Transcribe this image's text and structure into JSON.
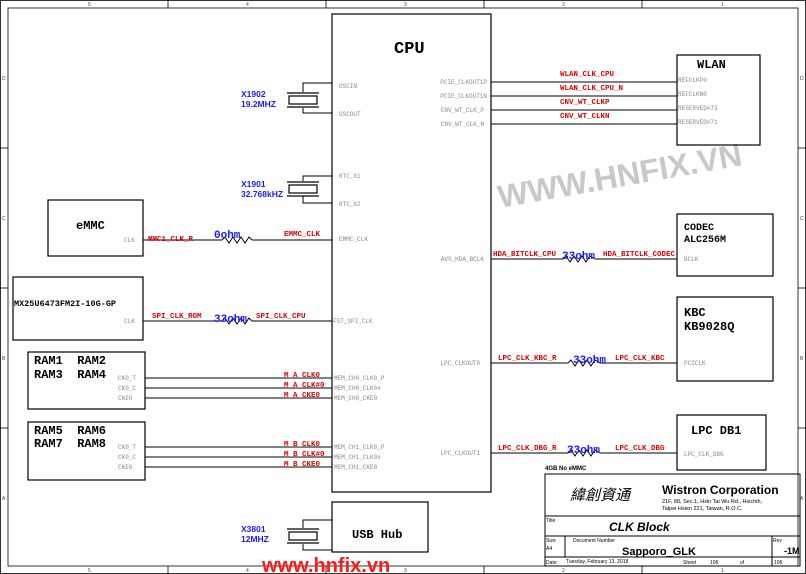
{
  "ruler": {
    "cols": [
      "5",
      "4",
      "3",
      "2",
      "1"
    ],
    "rows": [
      "D",
      "C",
      "B",
      "A"
    ]
  },
  "cpu": {
    "title": "CPU",
    "left_pins": [
      "OSCIN",
      "OSCOUT",
      "RTC_X1",
      "RTC_X2",
      "EMMC_CLK",
      "FST_SPI_CLK",
      "MEM_CH0_CLK0_P",
      "MEM_CH0_CLK0#",
      "MEM_CH0_CKE0",
      "MEM_CH1_CLK0_P",
      "MEM_CH1_CLK0#",
      "MEM_CH1_CKE0"
    ],
    "right_pins": [
      "PCIE_CLKOUT1P",
      "PCIE_CLKOUT1N",
      "CNV_WT_CLK_P",
      "CNV_WT_CLK_N",
      "AVS_HDA_BCLK",
      "LPC_CLKOUT0",
      "LPC_CLKOUT1"
    ]
  },
  "crystals": [
    {
      "ref": "X1902",
      "freq": "19.2MHZ"
    },
    {
      "ref": "X1901",
      "freq": "32.768kHZ"
    },
    {
      "ref": "X3801",
      "freq": "12MHZ"
    }
  ],
  "wlan": {
    "title": "WLAN",
    "pins": [
      "REFCLKP0",
      "REFCLKN0",
      "RESERVED#73",
      "RESERVED#71"
    ],
    "nets": [
      "WLAN_CLK_CPU",
      "WLAN_CLK_CPU_N",
      "CNV_WT_CLKP",
      "CNV_WT_CLKN"
    ]
  },
  "codec": {
    "title1": "CODEC",
    "title2": "ALC256M",
    "pin": "BCLK",
    "net_left": "HDA_BITCLK_CPU",
    "res": "33ohm",
    "net_right": "HDA_BITCLK_CODEC"
  },
  "kbc": {
    "title1": "KBC",
    "title2": "KB9028Q",
    "pin": "PCICLK",
    "net_left": "LPC_CLK_KBC_R",
    "res": "33ohm",
    "net_right": "LPC_CLK_KBC"
  },
  "lpcdb": {
    "title": "LPC DB1",
    "pin": "LPC_CLK_DBG",
    "net_left": "LPC_CLK_DBG_R",
    "res": "33ohm",
    "net_right": "LPC_CLK_DBG"
  },
  "emmc": {
    "title": "eMMC",
    "pin": "CLK",
    "net_left": "MMC1_CLK_R",
    "res": "0ohm",
    "net_right": "EMMC_CLK"
  },
  "spi": {
    "title": "MX25U6473FM2I-10G-GP",
    "pin": "CLK",
    "net_left": "SPI_CLK_ROM",
    "res": "33ohm",
    "net_right": "SPI_CLK_CPU"
  },
  "ram_a": {
    "l1": "RAM1  RAM2",
    "l2": "RAM3  RAM4",
    "pins": [
      "CK0_T",
      "CK0_C",
      "CKE0"
    ],
    "nets": [
      "M_A_CLK0",
      "M_A_CLK#0",
      "M_A_CKE0"
    ]
  },
  "ram_b": {
    "l1": "RAM5  RAM6",
    "l2": "RAM7  RAM8",
    "pins": [
      "CK0_T",
      "CK0_C",
      "CKE0"
    ],
    "nets": [
      "M_B_CLK0",
      "M_B_CLK#0",
      "M_B_CKE0"
    ]
  },
  "usb": {
    "title": "USB Hub"
  },
  "note": "4GB No eMMC",
  "titleblock": {
    "logo_cn": "緯創資通",
    "company": "Wistron Corporation",
    "addr1": "21F, 88, Sec.1, Hsin Tai Wu Rd., Hsichih,",
    "addr2": "Taipei Hsien 221, Taiwan, R.O.C.",
    "title_label": "Title",
    "title": "CLK Block",
    "size_label": "Size",
    "size": "A4",
    "docnum_label": "Document Number",
    "docnum": "Sapporo_GLK",
    "rev_label": "Rev",
    "rev": "-1M",
    "date_label": "Date:",
    "date": "Tuesday, February 13, 2018",
    "sheet_label": "Sheet",
    "sheet": "106",
    "of_label": "of",
    "of": "106"
  },
  "watermark": {
    "diag": "WWW.HNFIX.VN",
    "bottom": "www.hnfix.vn"
  }
}
